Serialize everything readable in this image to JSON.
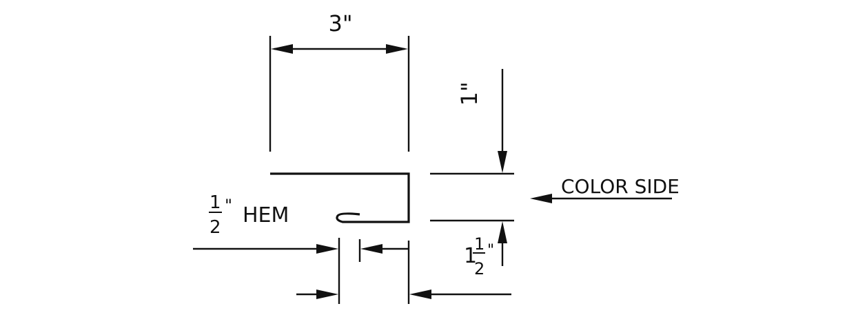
{
  "labels": {
    "top_width": "3\"",
    "right_height": "1\"",
    "color_side": "COLOR SIDE",
    "hem_whole_num": "1",
    "hem_whole_den": "2",
    "hem_inch": "\"",
    "hem_text": "HEM",
    "lower_whole": "1",
    "lower_num": "1",
    "lower_den": "2",
    "lower_inch": "\""
  },
  "colors": {
    "line": "#111111",
    "background": "#ffffff"
  }
}
